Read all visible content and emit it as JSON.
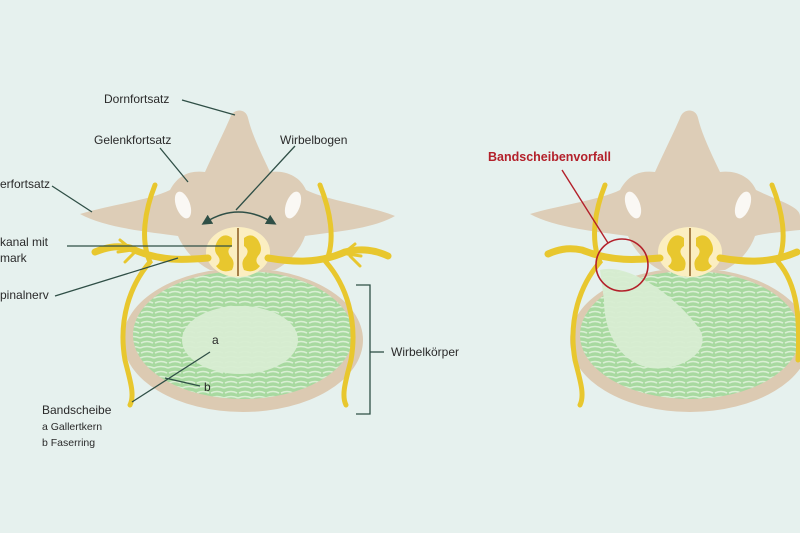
{
  "labels": {
    "dornfortsatz": "Dornfortsatz",
    "gelenkfortsatz": "Gelenkfortsatz",
    "querfortsatz": "erfortsatz",
    "wirbelbogen": "Wirbelbogen",
    "wirbelkanal_line1": "kanal mit",
    "wirbelkanal_line2": "mark",
    "spinalnerv": "pinalnerv",
    "wirbelkoerper": "Wirbelkörper",
    "marker_a": "a",
    "marker_b": "b",
    "bandscheibe": "Bandscheibe",
    "gallertkern": "a Gallertkern",
    "faserring": "b Faserring",
    "bandscheibenvorfall": "Bandscheibenvorfall"
  },
  "colors": {
    "background": "#e6f1ee",
    "bone": "#ddcdb7",
    "bone_highlight": "#ffffff",
    "nerve": "#e8c72e",
    "disc": "#a8d9a0",
    "nucleus": "#d6ecd0",
    "canal": "#fbeec1",
    "leader_line": "#2f4f46",
    "herniation_circle": "#b3202a"
  },
  "icons": {
    "wirbelbogen_arrow": "double-headed-curved-arrow",
    "wirbelkoerper_bracket": "right-square-bracket"
  }
}
